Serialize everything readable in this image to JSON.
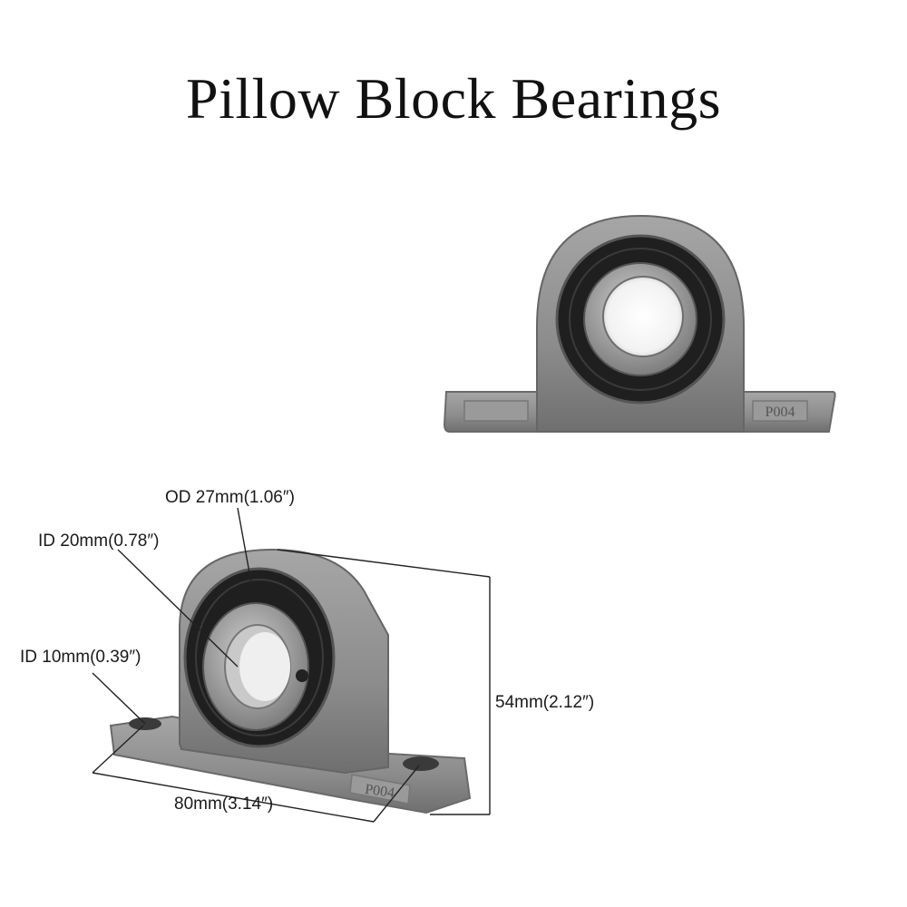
{
  "title": "Pillow Block Bearings",
  "housing_marking": "P004",
  "dimensions": {
    "outer_diameter": "OD 27mm(1.06″)",
    "inner_diameter": "ID 20mm(0.78″)",
    "bolt_hole": "ID 10mm(0.39″)",
    "height": "54mm(2.12″)",
    "length": "80mm(3.14″)"
  },
  "colors": {
    "housing": "#8f8f8f",
    "housing_dark": "#6e6e6e",
    "seal": "#1f1f1f",
    "ring": "#a9a9a9",
    "line": "#222222"
  }
}
